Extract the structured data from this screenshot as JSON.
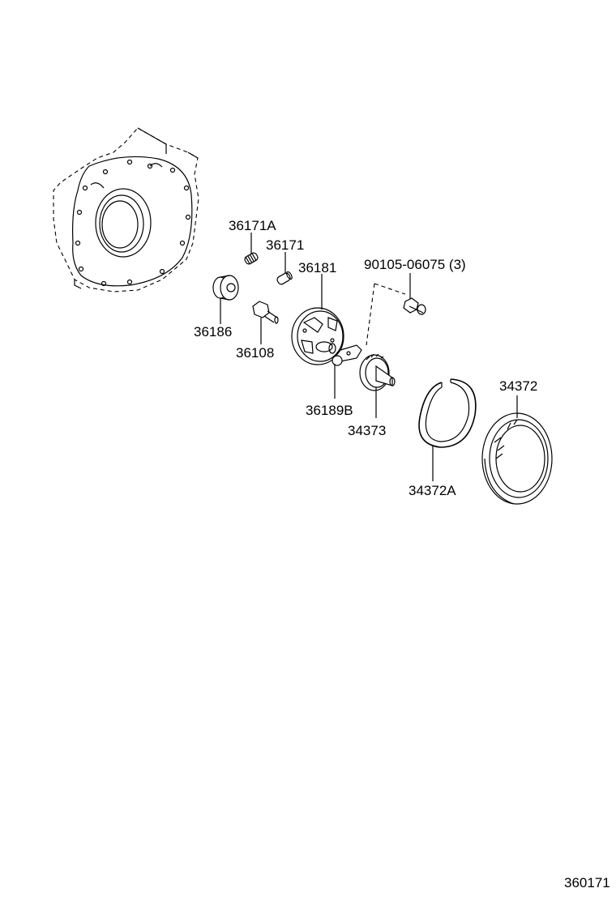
{
  "parts": {
    "p36171A": "36171A",
    "p36171": "36171",
    "p36181": "36181",
    "p90105": "90105-06075 (3)",
    "p36186": "36186",
    "p36108": "36108",
    "p36189B": "36189B",
    "p34373": "34373",
    "p34372": "34372",
    "p34372A": "34372A"
  },
  "figure_number": "360171"
}
